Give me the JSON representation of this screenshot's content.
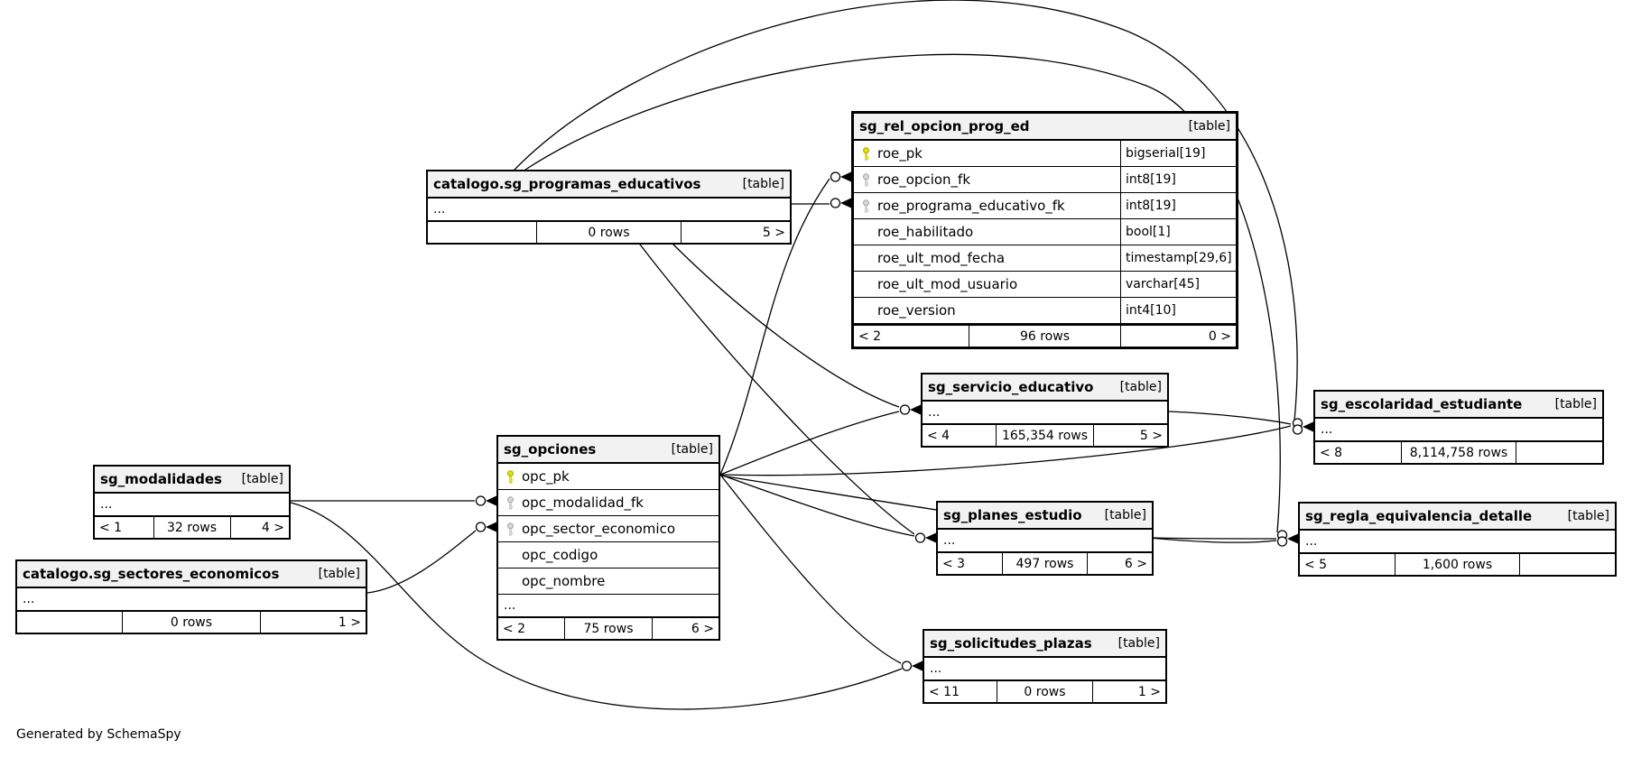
{
  "note": "Generated by SchemaSpy",
  "tables": {
    "rel_opcion_prog_ed": {
      "title": "sg_rel_opcion_prog_ed",
      "badge": "[table]",
      "columns": [
        {
          "name": "roe_pk",
          "type": "bigserial[19]",
          "key": "primary"
        },
        {
          "name": "roe_opcion_fk",
          "type": "int8[19]",
          "key": "foreign"
        },
        {
          "name": "roe_programa_educativo_fk",
          "type": "int8[19]",
          "key": "foreign"
        },
        {
          "name": "roe_habilitado",
          "type": "bool[1]",
          "key": "none"
        },
        {
          "name": "roe_ult_mod_fecha",
          "type": "timestamp[29,6]",
          "key": "none"
        },
        {
          "name": "roe_ult_mod_usuario",
          "type": "varchar[45]",
          "key": "none"
        },
        {
          "name": "roe_version",
          "type": "int4[10]",
          "key": "none"
        }
      ],
      "footer": {
        "left": "< 2",
        "center": "96 rows",
        "right": "0 >"
      }
    },
    "programas_educativos": {
      "title": "catalogo.sg_programas_educativos",
      "badge": "[table]",
      "ellipsis": "...",
      "footer": {
        "left": "",
        "center": "0 rows",
        "right": "5 >"
      }
    },
    "servicio_educativo": {
      "title": "sg_servicio_educativo",
      "badge": "[table]",
      "ellipsis": "...",
      "footer": {
        "left": "< 4",
        "center": "165,354 rows",
        "right": "5 >"
      }
    },
    "escolaridad_estudiante": {
      "title": "sg_escolaridad_estudiante",
      "badge": "[table]",
      "ellipsis": "...",
      "footer": {
        "left": "< 8",
        "center": "8,114,758 rows",
        "right": ""
      }
    },
    "opciones": {
      "title": "sg_opciones",
      "badge": "[table]",
      "ellipsis": "...",
      "columns": [
        {
          "name": "opc_pk",
          "key": "primary"
        },
        {
          "name": "opc_modalidad_fk",
          "key": "foreign"
        },
        {
          "name": "opc_sector_economico",
          "key": "foreign"
        },
        {
          "name": "opc_codigo",
          "key": "none"
        },
        {
          "name": "opc_nombre",
          "key": "none"
        }
      ],
      "footer": {
        "left": "< 2",
        "center": "75 rows",
        "right": "6 >"
      }
    },
    "modalidades": {
      "title": "sg_modalidades",
      "badge": "[table]",
      "ellipsis": "...",
      "footer": {
        "left": "< 1",
        "center": "32 rows",
        "right": "4 >"
      }
    },
    "sectores_economicos": {
      "title": "catalogo.sg_sectores_economicos",
      "badge": "[table]",
      "ellipsis": "...",
      "footer": {
        "left": "",
        "center": "0 rows",
        "right": "1 >"
      }
    },
    "planes_estudio": {
      "title": "sg_planes_estudio",
      "badge": "[table]",
      "ellipsis": "...",
      "footer": {
        "left": "< 3",
        "center": "497 rows",
        "right": "6 >"
      }
    },
    "regla_equivalencia_detalle": {
      "title": "sg_regla_equivalencia_detalle",
      "badge": "[table]",
      "ellipsis": "...",
      "footer": {
        "left": "< 5",
        "center": "1,600 rows",
        "right": ""
      }
    },
    "solicitudes_plazas": {
      "title": "sg_solicitudes_plazas",
      "badge": "[table]",
      "ellipsis": "...",
      "footer": {
        "left": "< 11",
        "center": "0 rows",
        "right": "1 >"
      }
    }
  },
  "colors": {
    "primary_key": "#e0e000",
    "foreign_key": "#d8d8d8",
    "header_bg": "#f2f2f2",
    "line": "#000000"
  }
}
